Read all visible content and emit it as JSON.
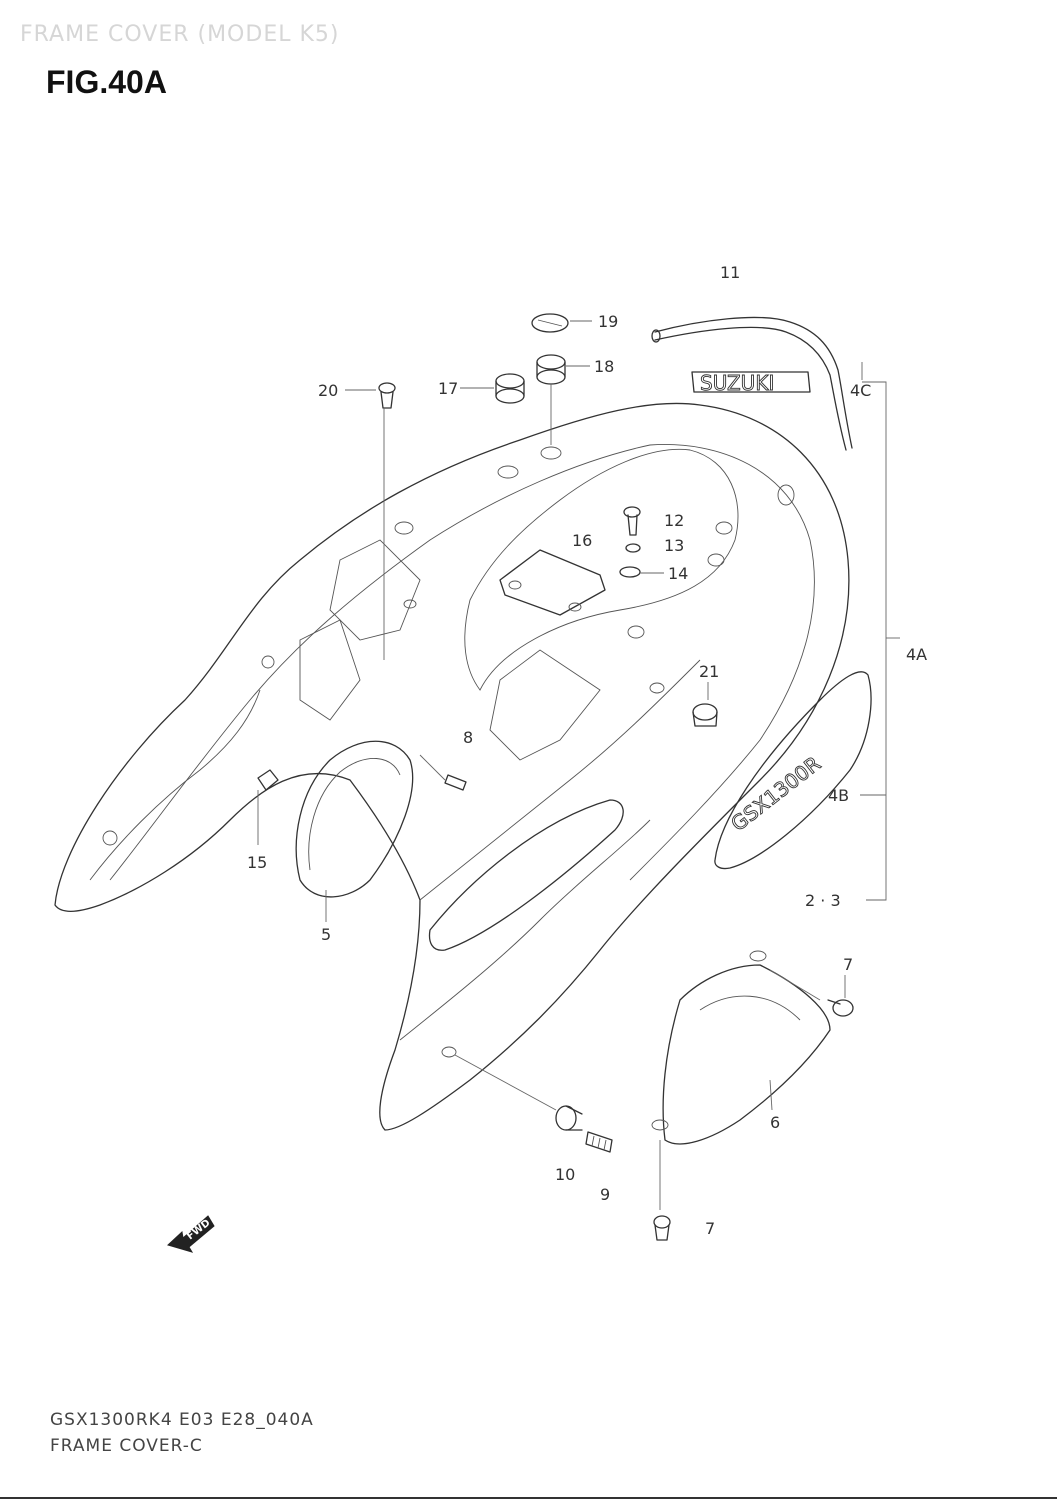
{
  "header": {
    "caption": "FRAME COVER (MODEL K5)",
    "figure_title": "FIG.40A"
  },
  "diagram": {
    "decals": {
      "brand": "SUZUKI",
      "side_panel": "GSX1300R"
    },
    "fwd_arrow_text": "FWD",
    "callouts": {
      "c11": "11",
      "c19": "19",
      "c18": "18",
      "c17": "17",
      "c20": "20",
      "c4c": "4C",
      "c12": "12",
      "c13": "13",
      "c14": "14",
      "c16": "16",
      "c4a": "4A",
      "c21": "21",
      "c8": "8",
      "c4b": "4B",
      "c15": "15",
      "c23": "2 · 3",
      "c5": "5",
      "c7a": "7",
      "c6": "6",
      "c10": "10",
      "c9": "9",
      "c7b": "7"
    }
  },
  "footer": {
    "code": "GSX1300RK4 E03 E28_040A",
    "name": "FRAME COVER-C"
  }
}
